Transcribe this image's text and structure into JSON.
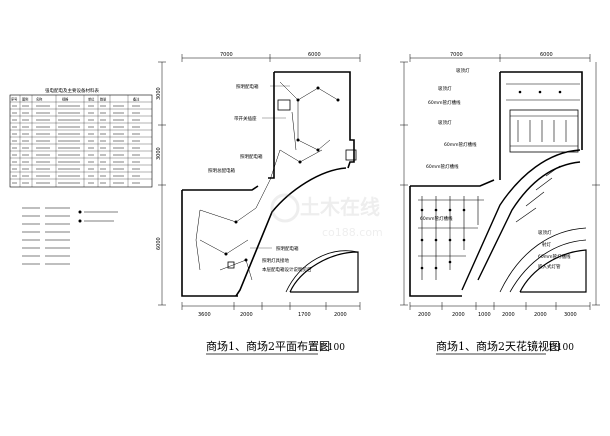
{
  "left_plan": {
    "title": "商场1、商场2平面布置图",
    "scale": "1:100",
    "top_dims": [
      "7000",
      "6000"
    ],
    "bottom_dims": [
      "3600",
      "2000",
      "1700",
      "2000"
    ],
    "left_dims": [
      "3000",
      "3000",
      "6000"
    ],
    "labels": [
      "照明配电箱",
      "带开关插座",
      "照明配电箱",
      "照明总配电箱",
      "照明配电箱",
      "照明灯具接地",
      "本层配电箱设计说明见后"
    ]
  },
  "right_plan": {
    "title": "商场1、商场2天花镜视图",
    "scale": "1:100",
    "top_dims": [
      "7000",
      "6000"
    ],
    "bottom_dims": [
      "2000",
      "2000",
      "1000",
      "2000",
      "2000",
      "3000"
    ],
    "labels": [
      "吸顶灯",
      "吸顶灯",
      "60mm管灯槽线",
      "吸顶灯",
      "60mm管灯槽线",
      "60mm管灯槽线",
      "60mm管灯槽线",
      "吸顶灯",
      "射灯",
      "60mm管灯槽线",
      "嵌入式灯管"
    ]
  },
  "legend_table": {
    "title": "强电配电及主要设备材料表",
    "headers": [
      "序号",
      "图例",
      "名称",
      "规格",
      "单位",
      "数量",
      "备注"
    ]
  },
  "watermark": {
    "main": "土木在线",
    "sub": "co188.com"
  }
}
